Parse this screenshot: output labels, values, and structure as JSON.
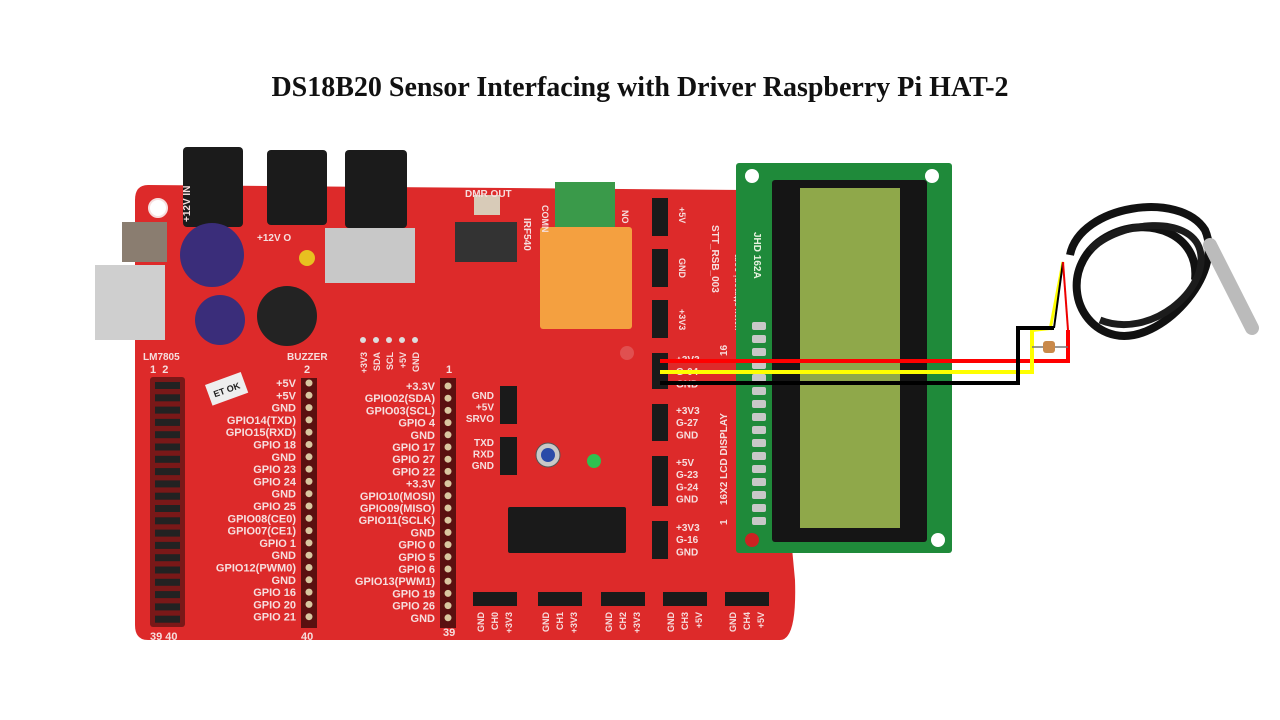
{
  "title": "DS18B20 Sensor Interfacing with Driver Raspberry Pi HAT-2",
  "colors": {
    "board": "#dd2a2a",
    "lcd_pcb": "#1f8a3a",
    "lcd_screen": "#8fa84a",
    "wire_vcc": "#ff0000",
    "wire_data": "#ffff00",
    "wire_gnd": "#000000"
  },
  "board": {
    "power": {
      "in_label": "+12V IN",
      "out_label": "+12V O",
      "regulator": "LM7805",
      "buzzer": "BUZZER",
      "dmr_out": "DMR OUT",
      "mosfet": "IRF540",
      "relay_comn": "COMN",
      "relay_no": "NO",
      "sticker": "ET OK"
    },
    "i2c_header": [
      "+3V3",
      "SDA",
      "SCL",
      "+5V",
      "GND"
    ],
    "gpio_header_numbers": {
      "top_left": "1  2",
      "bottom_left": "39 40",
      "col_even_top": "2",
      "col_even_bottom": "40",
      "col_odd_top": "1",
      "col_odd_bottom": "39"
    },
    "pins_even": [
      "+5V",
      "+5V",
      "GND",
      "GPIO14(TXD)",
      "GPIO15(RXD)",
      "GPIO 18",
      "GND",
      "GPIO 23",
      "GPIO 24",
      "GND",
      "GPIO 25",
      "GPIO08(CE0)",
      "GPIO07(CE1)",
      "GPIO 1",
      "GND",
      "GPIO12(PWM0)",
      "GND",
      "GPIO 16",
      "GPIO 20",
      "GPIO 21"
    ],
    "pins_odd": [
      "+3.3V",
      "GPIO02(SDA)",
      "GPIO03(SCL)",
      "GPIO 4",
      "GND",
      "GPIO 17",
      "GPIO 27",
      "GPIO 22",
      "+3.3V",
      "GPIO10(MOSI)",
      "GPIO09(MISO)",
      "GPIO11(SCLK)",
      "GND",
      "GPIO 0",
      "GPIO 5",
      "GPIO 6",
      "GPIO13(PWM1)",
      "GPIO 19",
      "GPIO 26",
      "GND"
    ],
    "servo_header": [
      "GND",
      "+5V",
      "SRVO"
    ],
    "uart_header": [
      "TXD",
      "RXD",
      "GND"
    ],
    "side_headers": [
      {
        "labels": [
          "+5V"
        ]
      },
      {
        "labels": [
          "GND"
        ]
      },
      {
        "labels": [
          "+3V3"
        ]
      },
      {
        "labels": [
          "+3V3",
          "G-04",
          "GND"
        ]
      },
      {
        "labels": [
          "+3V3",
          "G-27",
          "GND"
        ]
      },
      {
        "labels": [
          "+5V",
          "G-23",
          "G-24",
          "GND"
        ]
      },
      {
        "labels": [
          "+3V3",
          "G-16",
          "GND"
        ]
      }
    ],
    "adc_headers": [
      [
        "GND",
        "CH0",
        "+3V3"
      ],
      [
        "GND",
        "CH1",
        "+3V3"
      ],
      [
        "GND",
        "CH2",
        "+3V3"
      ],
      [
        "GND",
        "CH3",
        "+5V"
      ],
      [
        "GND",
        "CH4",
        "+5V"
      ]
    ],
    "model": "STT_RSB_003",
    "website": "www.sttmani.com",
    "lcd_label": "16X2 LCD DISPLAY",
    "lcd_pin_16": "16",
    "lcd_pin_1": "1"
  },
  "lcd": {
    "model": "JHD 162A"
  },
  "sensor": {
    "name": "DS18B20"
  }
}
